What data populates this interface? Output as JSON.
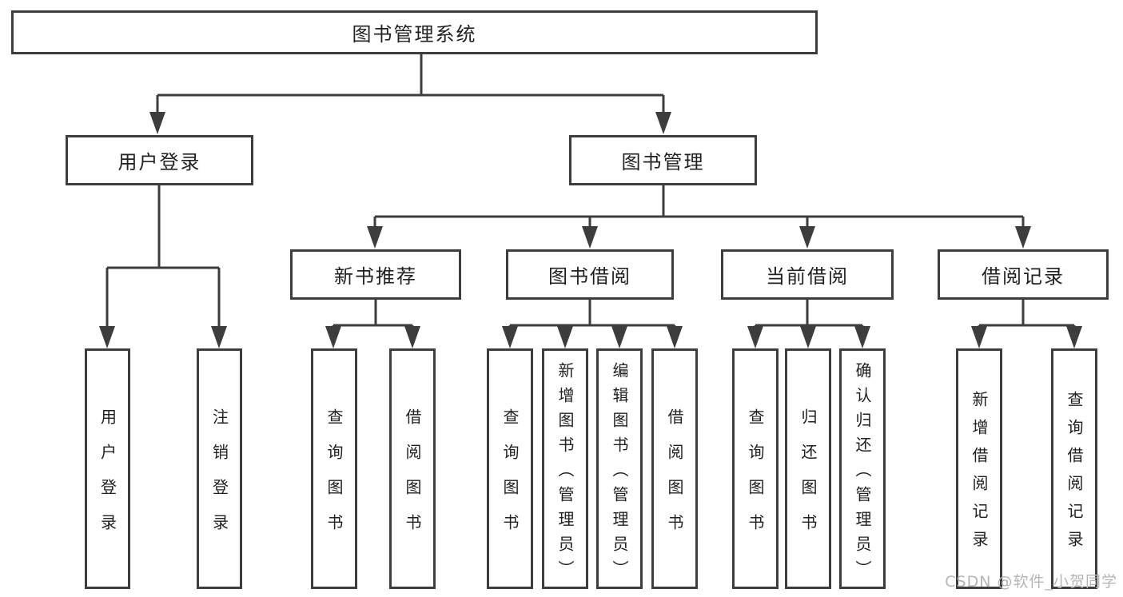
{
  "diagram": {
    "root": {
      "label": "图书管理系统",
      "children": [
        {
          "label": "用户登录",
          "children": [
            {
              "label": "用户登录"
            },
            {
              "label": "注销登录"
            }
          ]
        },
        {
          "label": "图书管理",
          "children": [
            {
              "label": "新书推荐",
              "children": [
                {
                  "label": "查询图书"
                },
                {
                  "label": "借阅图书"
                }
              ]
            },
            {
              "label": "图书借阅",
              "children": [
                {
                  "label": "查询图书"
                },
                {
                  "label": "新增图书（管理员）"
                },
                {
                  "label": "编辑图书（管理员）"
                },
                {
                  "label": "借阅图书"
                }
              ]
            },
            {
              "label": "当前借阅",
              "children": [
                {
                  "label": "查询图书"
                },
                {
                  "label": "归还图书"
                },
                {
                  "label": "确认归还（管理员）"
                }
              ]
            },
            {
              "label": "借阅记录",
              "children": [
                {
                  "label": "新增借阅记录"
                },
                {
                  "label": "查询借阅记录"
                }
              ]
            }
          ]
        }
      ]
    },
    "watermark": "CSDN @软件_小贺同学",
    "colors": {
      "line": "#3d3d3d",
      "text": "#212121",
      "background": "#ffffff",
      "watermark": "#b5b5b5"
    }
  }
}
